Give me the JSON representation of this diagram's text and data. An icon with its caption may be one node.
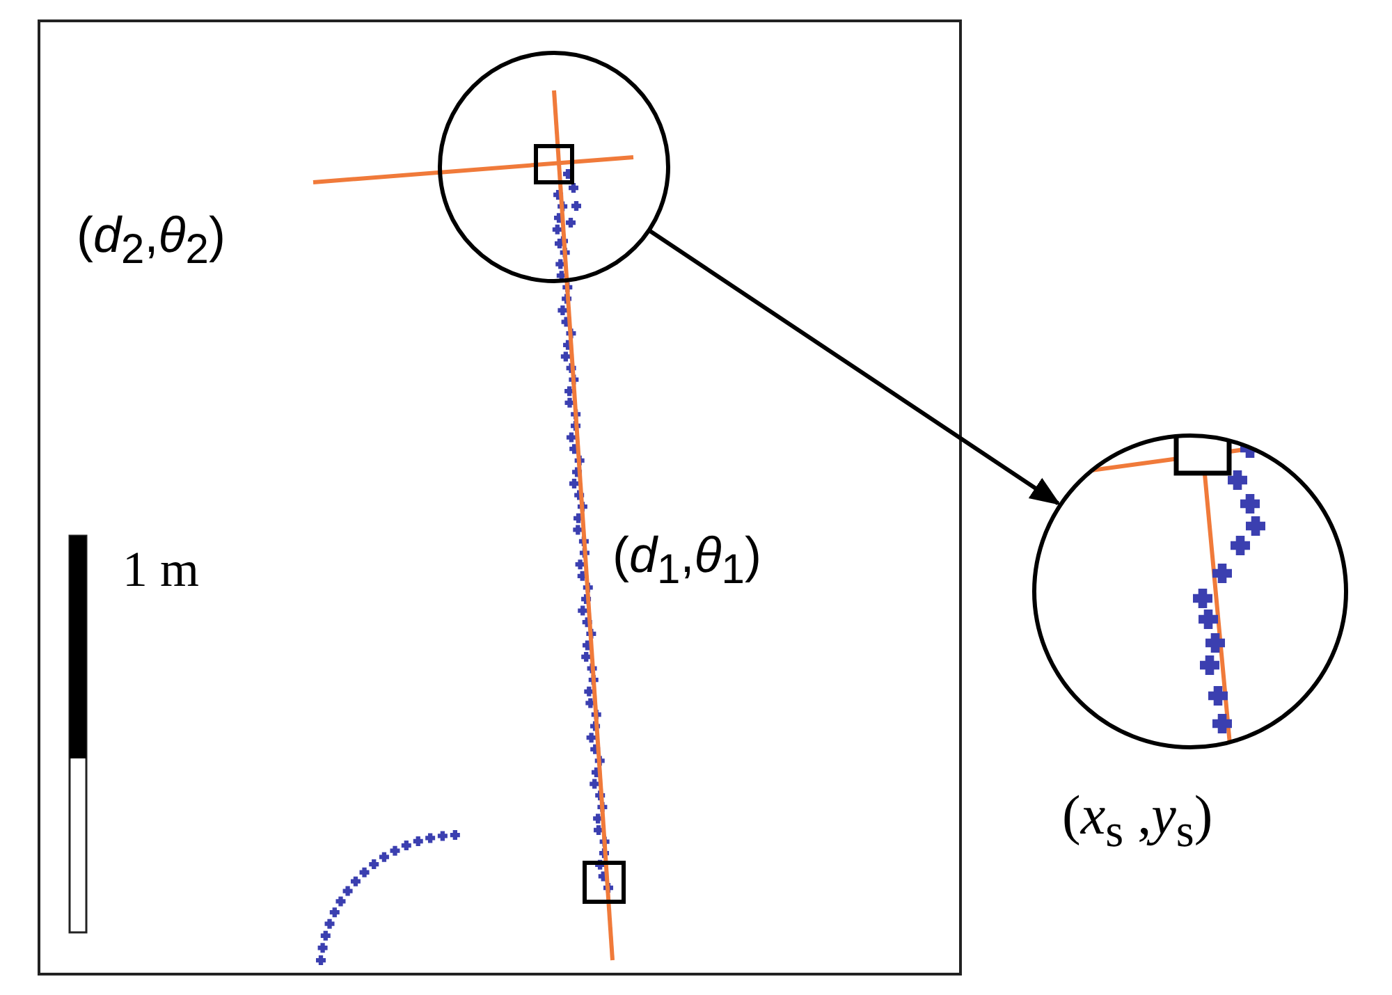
{
  "diagram": {
    "nodes": [
      {
        "text": [],
        "shape": "circle"
      },
      {
        "text": [],
        "shape": "circle",
        "beside": [
          "(*x*$_{s}$ ,*y*$_{s}$)"
        ]
      }
    ],
    "edges": [
      {
        "from": 0,
        "to": 1,
        "arrow": "to"
      }
    ],
    "labels": [
      "(*d*$_{2}$,*θ*$_{2}$)",
      "1 m",
      "(*d*$_{1}$,*θ*$_{1}$)"
    ]
  }
}
